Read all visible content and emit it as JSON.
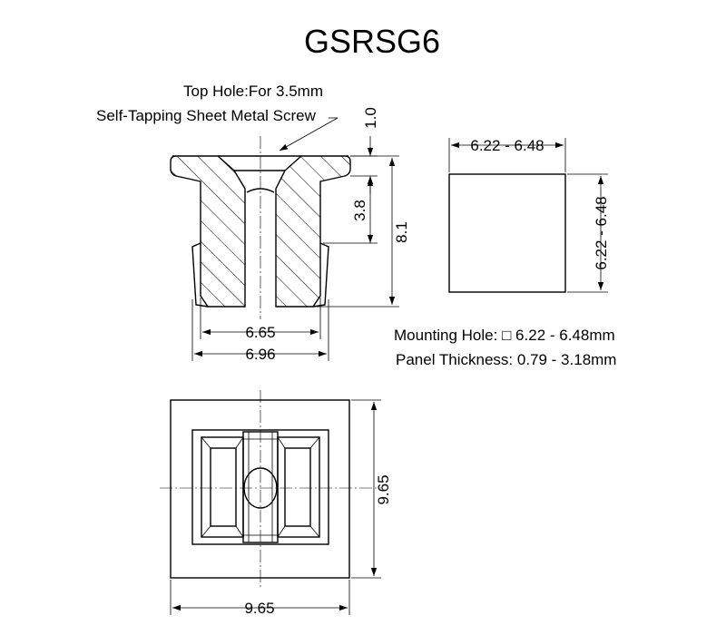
{
  "title": "GSRSG6",
  "callout": {
    "line1": "Top Hole:For 3.5mm",
    "line2": "Self-Tapping Sheet Metal Screw"
  },
  "dimensions": {
    "flange_thickness": "1.0",
    "slot_depth": "3.8",
    "overall_height": "8.1",
    "inner_width": "6.65",
    "outer_width": "6.96",
    "hole_width": "6.22 - 6.48",
    "hole_height": "6.22 - 6.48",
    "flange_height": "9.65",
    "flange_width": "9.65"
  },
  "specs": {
    "mounting_hole": "Mounting Hole: □ 6.22 - 6.48mm",
    "panel_thickness": "Panel Thickness: 0.79 - 3.18mm"
  }
}
